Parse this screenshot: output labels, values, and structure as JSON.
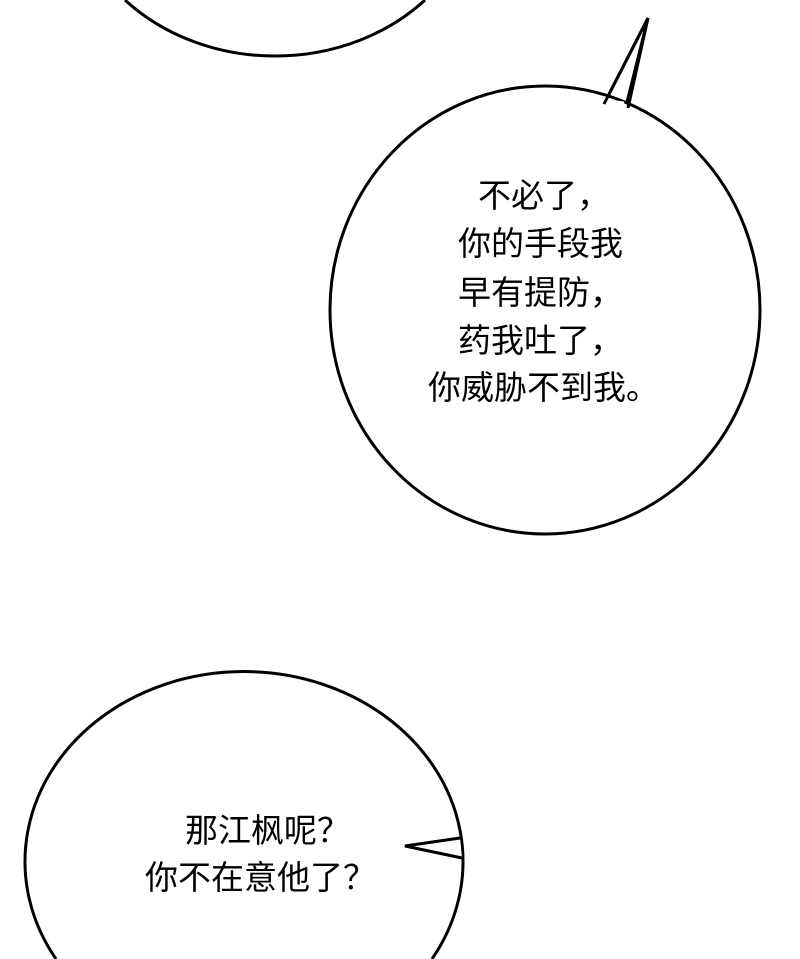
{
  "panel": {
    "bubble_1": {
      "lines": [
        "不必了，",
        "你的手段我",
        "早有提防，",
        "药我吐了，",
        "你威胁不到我。"
      ]
    },
    "bubble_2": {
      "lines": [
        "那江枫呢？",
        "你不在意他了？"
      ]
    }
  },
  "colors": {
    "background": "#ffffff",
    "ink": "#000000"
  }
}
